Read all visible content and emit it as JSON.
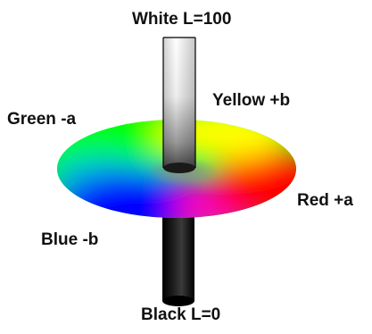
{
  "labels": {
    "white": "White L=100",
    "yellow": "Yellow +b",
    "green": "Green -a",
    "red": "Red +a",
    "blue": "Blue -b",
    "black": "Black L=0"
  },
  "colors": {
    "red": "#ff0000",
    "yellow": "#ffff00",
    "green": "#00ff00",
    "cyan": "#00c8c8",
    "blue": "#0000ff",
    "magenta": "#ff00c0",
    "white": "#ffffff",
    "black": "#000000"
  }
}
